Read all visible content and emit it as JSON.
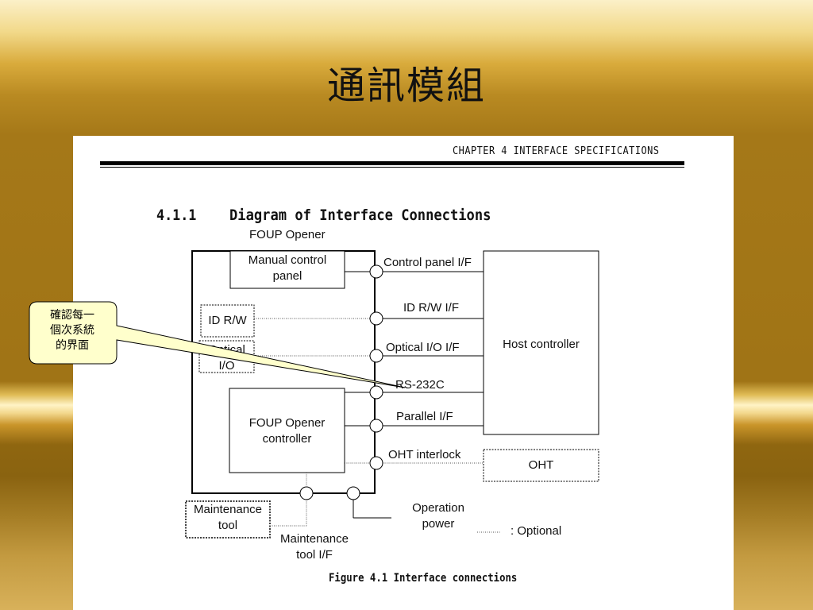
{
  "slide": {
    "title": "通訊模組"
  },
  "document": {
    "chapter_header": "CHAPTER 4 INTERFACE SPECIFICATIONS",
    "section_number": "4.1.1",
    "section_title": "Diagram of Interface Connections",
    "figure_caption": "Figure 4.1 Interface connections"
  },
  "diagram": {
    "outer_label": "FOUP Opener",
    "boxes": {
      "manual_control_panel": [
        "Manual control",
        "panel"
      ],
      "id_rw": "ID R/W",
      "optical_io": [
        "Optical",
        "I/O"
      ],
      "foup_opener_controller": [
        "FOUP Opener",
        "controller"
      ],
      "host_controller": "Host controller",
      "oht": "OHT",
      "maintenance_tool": [
        "Maintenance",
        "tool"
      ]
    },
    "interfaces": {
      "control_panel": "Control panel I/F",
      "id_rw": "ID R/W I/F",
      "optical_io": "Optical I/O I/F",
      "rs232c": "RS-232C",
      "parallel": "Parallel I/F",
      "oht_interlock": "OHT interlock",
      "operation_power": [
        "Operation",
        "power"
      ],
      "maintenance_tool": [
        "Maintenance",
        "tool I/F"
      ]
    },
    "legend": {
      "optional": ": Optional"
    }
  },
  "callout": {
    "lines": [
      "確認每一",
      "個次系統",
      "的界面"
    ]
  }
}
